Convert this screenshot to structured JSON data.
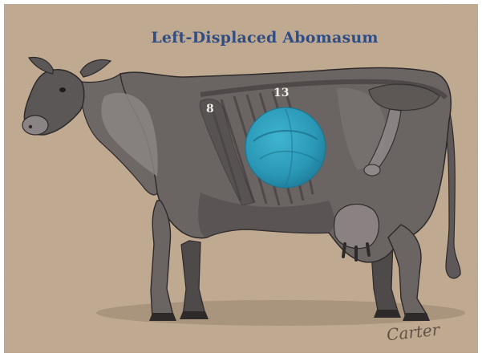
{
  "diagram": {
    "title": "Left-Displaced Abomasum",
    "labels": {
      "rib_8": "8",
      "rib_13": "13"
    },
    "signature": "Carter"
  },
  "colors": {
    "background": "#c2ab92",
    "cow_body": "#6a6462",
    "cow_dark": "#4e4a4a",
    "abomasum": "#2c9fbd",
    "title": "#2f4d84"
  },
  "illustration": {
    "subject": "cow-left-side-view",
    "highlight": "abomasum"
  }
}
